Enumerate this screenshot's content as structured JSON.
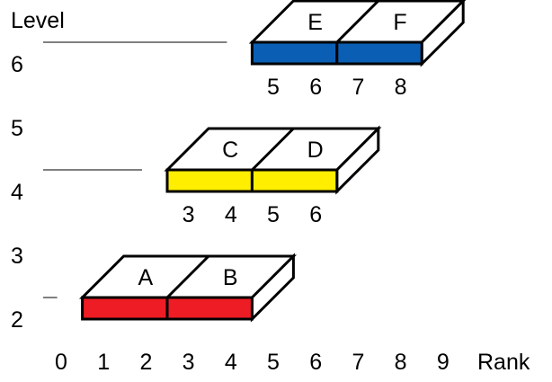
{
  "axis": {
    "y_title": "Level",
    "x_title": "Rank",
    "levels": [
      "2",
      "3",
      "4",
      "5",
      "6"
    ],
    "ranks": [
      "0",
      "1",
      "2",
      "3",
      "4",
      "5",
      "6",
      "7",
      "8",
      "9"
    ]
  },
  "blocks": [
    {
      "level": 2,
      "color": "#ee1c24",
      "cells": [
        {
          "letter": "A",
          "ranks": [
            "1",
            "2"
          ]
        },
        {
          "letter": "B",
          "ranks": [
            "3",
            "4"
          ]
        }
      ],
      "rank_labels": []
    },
    {
      "level": 4,
      "color": "#ffee00",
      "cells": [
        {
          "letter": "C",
          "ranks": [
            "3",
            "4"
          ]
        },
        {
          "letter": "D",
          "ranks": [
            "5",
            "6"
          ]
        }
      ],
      "rank_labels": [
        "3",
        "4",
        "5",
        "6"
      ]
    },
    {
      "level": 6,
      "color": "#0a5fb4",
      "cells": [
        {
          "letter": "E",
          "ranks": [
            "5",
            "6"
          ]
        },
        {
          "letter": "F",
          "ranks": [
            "7",
            "8"
          ]
        }
      ],
      "rank_labels": [
        "5",
        "6",
        "7",
        "8"
      ]
    }
  ]
}
